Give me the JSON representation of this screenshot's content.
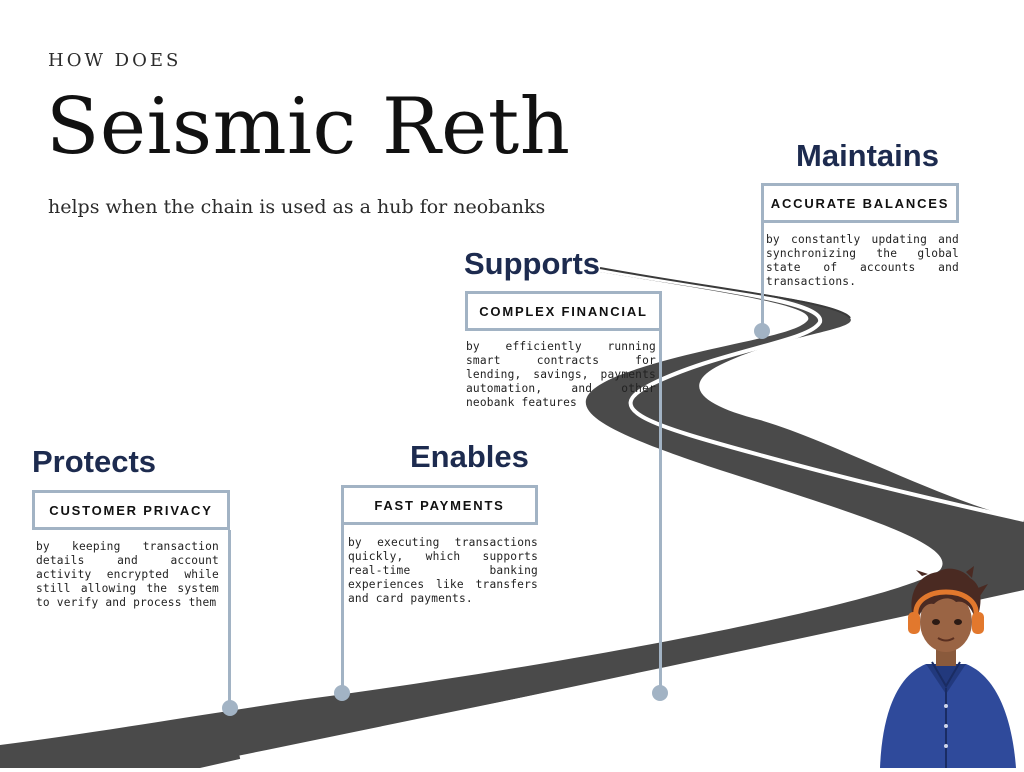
{
  "header": {
    "eyebrow": "HOW DOES",
    "title": "Seismic Reth",
    "subtitle": "helps when the chain is used as a hub for neobanks"
  },
  "milestones": [
    {
      "heading": "Protects",
      "box_label": "CUSTOMER PRIVACY",
      "description": "by keeping transaction details and account activity encrypted while still allowing the system to verify and process them"
    },
    {
      "heading": "Enables",
      "box_label": "FAST PAYMENTS",
      "description": "by executing transactions quickly, which supports real-time banking experiences like transfers and card payments."
    },
    {
      "heading": "Supports",
      "box_label": "COMPLEX FINANCIAL",
      "description": "by efficiently running smart contracts for lending, savings, payments automation, and other neobank features"
    },
    {
      "heading": "Maintains",
      "box_label": "ACCURATE BALANCES",
      "description": "by constantly updating and synchronizing the global state of accounts and transactions."
    }
  ],
  "colors": {
    "heading": "#1d2b4f",
    "accent_line": "#a2b3c4",
    "road": "#4a4a4a",
    "road_marking": "#ffffff"
  },
  "icons": [
    "road-illustration",
    "character-illustration"
  ]
}
